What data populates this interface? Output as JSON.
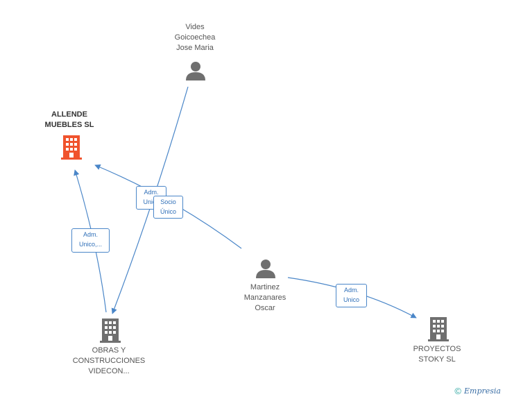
{
  "colors": {
    "edge": "#4a86c8",
    "person_icon": "#6f6f6f",
    "company_icon": "#6f6f6f",
    "highlight_company": "#f0532d"
  },
  "nodes": {
    "vides": {
      "label": "Vides\nGoicoechea\nJose Maria",
      "icon": "person-icon"
    },
    "allende": {
      "label": "ALLENDE\nMUEBLES SL",
      "icon": "building-icon"
    },
    "martinez": {
      "label": "Martinez\nManzanares\nOscar",
      "icon": "person-icon"
    },
    "obras": {
      "label": "OBRAS Y\nCONSTRUCCIONES\nVIDECON...",
      "icon": "building-icon"
    },
    "proyectos": {
      "label": "PROYECTOS\nSTOKY SL",
      "icon": "building-icon"
    }
  },
  "edges": {
    "vides_obras": {
      "label": "Adm.\nUnico"
    },
    "martinez_allende": {
      "label": "Socio\nÚnico"
    },
    "obras_allende": {
      "label": "Adm.\nUnico,..."
    },
    "martinez_proyectos": {
      "label": "Adm.\nUnico"
    }
  },
  "brand": {
    "copyright": "©",
    "name": "Empresia"
  }
}
